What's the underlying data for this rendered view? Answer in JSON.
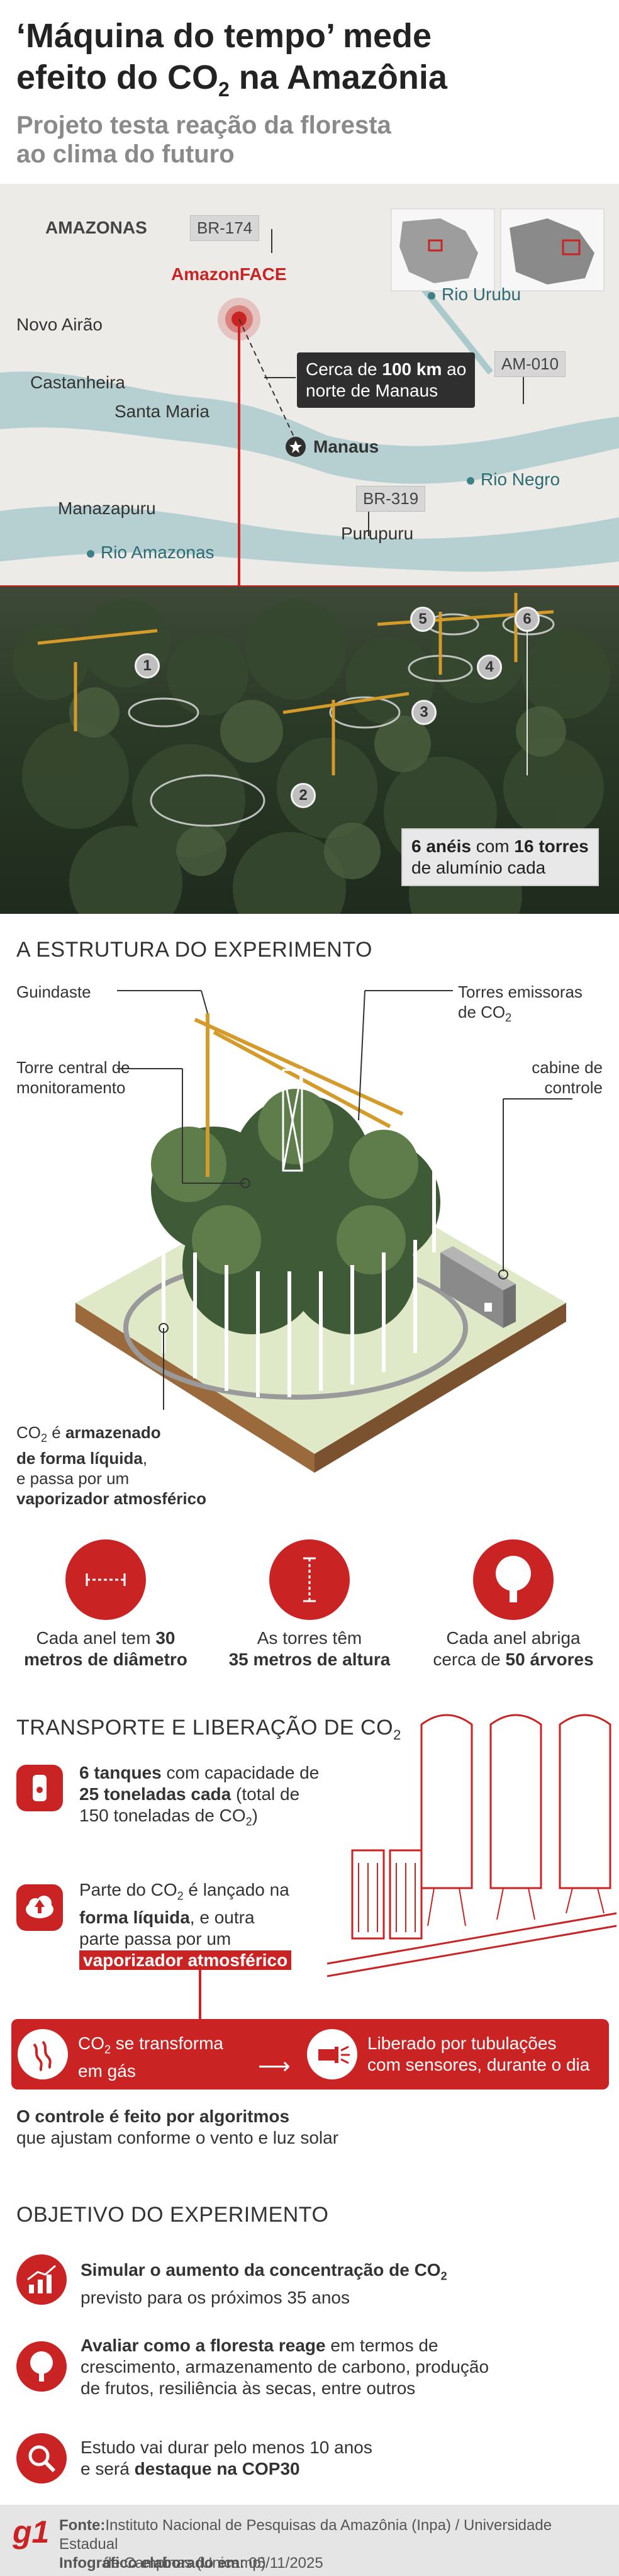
{
  "header": {
    "title_line1": "‘Máquina do tempo’ mede",
    "title_line2_pre": "efeito do CO",
    "title_line2_sub": "2",
    "title_line2_post": " na Amazônia",
    "subtitle_line1": "Projeto testa reação da floresta",
    "subtitle_line2": "ao clima do futuro"
  },
  "map": {
    "state_label": "AMAZONAS",
    "site_label": "AmazonFACE",
    "city_label": "Manaus",
    "places": [
      "Novo Airão",
      "Castanheira",
      "Santa Maria",
      "Manazapuru",
      "Purupuru"
    ],
    "rivers": [
      "Rio Urubu",
      "Rio Negro",
      "Rio Amazonas"
    ],
    "roads": [
      "BR-174",
      "AM-010",
      "BR-319"
    ],
    "callout_pre": "Cerca de ",
    "callout_bold": "100 km",
    "callout_post1": " ao",
    "callout_line2": "norte de Manaus"
  },
  "photo": {
    "markers": [
      "1",
      "2",
      "3",
      "4",
      "5",
      "6"
    ],
    "callout_bold": "6 anéis",
    "callout_mid": " com ",
    "callout_bold2": "16 torres",
    "callout_line2": "de alumínio cada"
  },
  "structure": {
    "heading": "A ESTRUTURA DO EXPERIMENTO",
    "crane_label": "Guindaste",
    "towers_label_line1": "Torres emissoras",
    "towers_label_line2_pre": "de CO",
    "towers_label_line2_sub": "2",
    "central_tower_line1": "Torre central de",
    "central_tower_line2": "monitoramento",
    "cabin_line1": "cabine de",
    "cabin_line2": "controle",
    "co2_line1_pre": "CO",
    "co2_line1_sub": "2",
    "co2_line1_mid": " é ",
    "co2_line1_bold": "armazenado",
    "co2_line2_bold": "de forma líquida",
    "co2_line2_post": ",",
    "co2_line3": "e passa por um",
    "co2_line4_bold": "vaporizador atmosférico"
  },
  "stats": [
    {
      "line1_pre": "Cada anel tem ",
      "line1_bold": "30",
      "line2_bold": "metros de diâmetro"
    },
    {
      "line1_pre": "As torres têm",
      "line1_bold": "",
      "line2_bold": "35 metros de altura"
    },
    {
      "line1_pre": "Cada anel abriga",
      "line1_bold": "",
      "line2_pre": "cerca de ",
      "line2_bold": "50 árvores"
    }
  ],
  "transport": {
    "heading_pre": "TRANSPORTE E LIBERAÇÃO DE CO",
    "heading_sub": "2",
    "item1_line1_bold": "6 tanques",
    "item1_line1_post": " com capacidade de",
    "item1_line2_bold": "25 toneladas cada",
    "item1_line2_post": "  (total de",
    "item1_line3": "150 toneladas de CO",
    "item1_line3_sub": "2",
    "item1_line3_post": ")",
    "item2_line1_pre": "Parte do CO",
    "item2_line1_sub": "2",
    "item2_line1_post": " é lançado na",
    "item2_line2_bold": "forma líquida",
    "item2_line2_post": ", e outra",
    "item2_line3": "parte passa por um",
    "item2_line4_hl": "vaporizador atmosférico",
    "bar_left_pre": "CO",
    "bar_left_sub": "2",
    "bar_left_post": " se transforma",
    "bar_left_line2": "em gás",
    "bar_right_line1": "Liberado por tubulações",
    "bar_right_line2": "com sensores, durante o dia",
    "control_bold": "O controle é feito por algoritmos",
    "control_line2": "que ajustam conforme o vento e luz solar"
  },
  "objective": {
    "heading": "OBJETIVO DO EXPERIMENTO",
    "item1_bold_pre": "Simular o aumento da concentração de CO",
    "item1_bold_sub": "2",
    "item1_line2": "previsto para os próximos 35 anos",
    "item2_bold": "Avaliar como a floresta reage",
    "item2_line1_post": " em termos de",
    "item2_line2": "crescimento, armazenamento de carbono, produção",
    "item2_line3": "de frutos, resiliência às secas, entre outros",
    "item3_line1": "Estudo vai durar pelo menos 10 anos",
    "item3_line2_pre": "e será ",
    "item3_line2_bold": "destaque na COP30"
  },
  "footer": {
    "logo": "g1",
    "source_label": "Fonte:",
    "source_line1": "Instituto Nacional de Pesquisas da Amazônia (Inpa) / Universidade Estadual",
    "source_line2": "de Campinas (Unicamp)",
    "date_label": "Infográfico elaborado em:",
    "date_value": " 05/11/2025"
  },
  "colors": {
    "accent": "#c92323",
    "dark": "#2f2f2f",
    "river": "#3f7f86"
  }
}
